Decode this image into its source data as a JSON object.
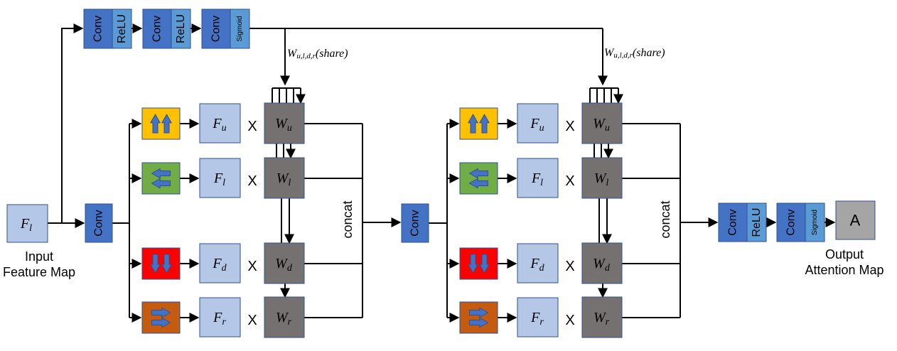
{
  "labels": {
    "conv": "Conv",
    "relu": "ReLU",
    "sigmoid": "Sigmoid",
    "concat": "concat",
    "times": "X",
    "share_weight": "W",
    "share_sub": "u,l,d,r",
    "share_rest": "(share)",
    "input_caption_line1": "Input",
    "input_caption_line2": "Feature Map",
    "output_caption_line1": "Output",
    "output_caption_line2": "Attention Map",
    "attention_map": "A",
    "input_feature": "F",
    "input_feature_sub": "l"
  },
  "features": [
    {
      "base": "F",
      "sub": "u"
    },
    {
      "base": "F",
      "sub": "l"
    },
    {
      "base": "F",
      "sub": "d"
    },
    {
      "base": "F",
      "sub": "r"
    }
  ],
  "weights": [
    {
      "base": "W",
      "sub": "u"
    },
    {
      "base": "W",
      "sub": "l"
    },
    {
      "base": "W",
      "sub": "d"
    },
    {
      "base": "W",
      "sub": "r"
    }
  ],
  "directions": [
    "up",
    "left",
    "down",
    "right"
  ],
  "colors": {
    "conv_block": "#4472c4",
    "relu_block": "#5b9bd5",
    "light_block": "#b4c7e7",
    "gray_block": "#767171",
    "dir_up": "#ffc000",
    "dir_left": "#70ad47",
    "dir_down": "#ff0000",
    "dir_right": "#c55a11",
    "attention_block": "#a5a5a5"
  }
}
